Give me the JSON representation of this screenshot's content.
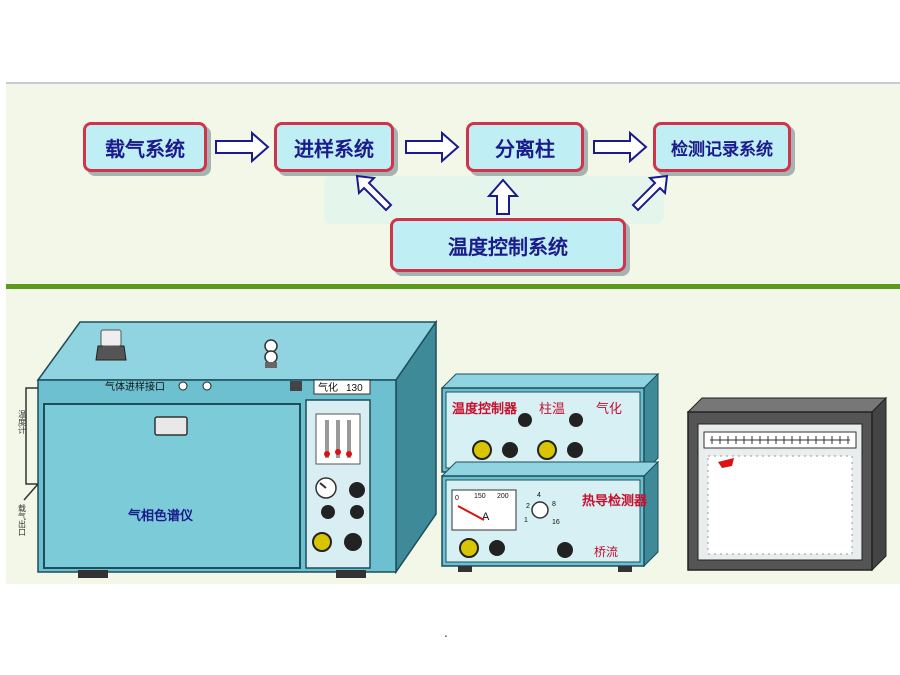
{
  "flow": {
    "box1": "载气系统",
    "box2": "进样系统",
    "box3": "分离柱",
    "box4": "检测记录系统",
    "control": "温度控制系统"
  },
  "instrument": {
    "main_label": "气相色谱仪",
    "inlet_label": "气体进样接口",
    "gauge_label": "气化",
    "gauge_value": "130",
    "side_top": "温度计",
    "side_bottom": "载气出口"
  },
  "controller": {
    "label_a": "温度控制器",
    "label_b": "柱温",
    "label_c": "气化"
  },
  "detector": {
    "meter_ticks": [
      "0",
      "150",
      "200"
    ],
    "meter_unit": "A",
    "dial_ticks": [
      "2",
      "4",
      "8",
      "16",
      "1"
    ],
    "label": "热导检测器",
    "bridge": "桥流"
  },
  "footer_dot": "."
}
